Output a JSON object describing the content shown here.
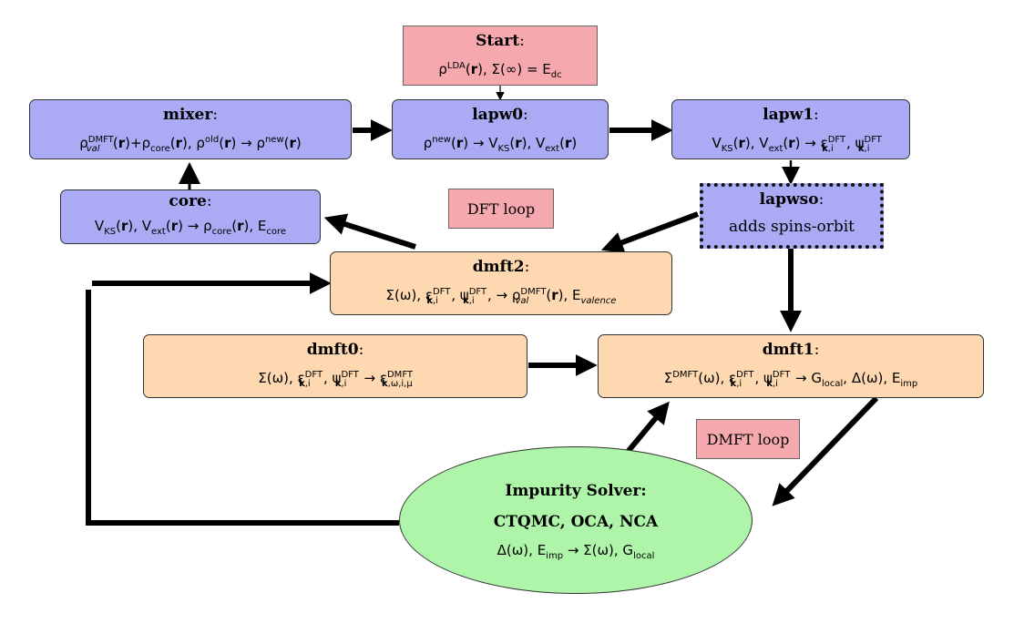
{
  "start": {
    "title": "Start",
    "colon": ":",
    "eq": "ρLDA(r), Σ(∞) = Edc"
  },
  "mixer": {
    "title": "mixer",
    "colon": ":"
  },
  "lapw0": {
    "title": "lapw0",
    "colon": ":"
  },
  "lapw1": {
    "title": "lapw1",
    "colon": ":"
  },
  "core": {
    "title": "core",
    "colon": ":"
  },
  "lapwso": {
    "title": "lapwso",
    "colon": ":",
    "eq": "adds spins-orbit"
  },
  "dmft2": {
    "title": "dmft2",
    "colon": ":"
  },
  "dmft0": {
    "title": "dmft0",
    "colon": ":"
  },
  "dmft1": {
    "title": "dmft1",
    "colon": ":"
  },
  "dft_loop": "DFT loop",
  "dmft_loop": "DMFT loop",
  "solver": {
    "title": "Impurity Solver:",
    "methods": "CTQMC, OCA, NCA"
  },
  "colors": {
    "blue": "#aaaaf5",
    "orange": "#fdd8b0",
    "pink": "#f5a9ae",
    "green": "#aef5a9"
  }
}
